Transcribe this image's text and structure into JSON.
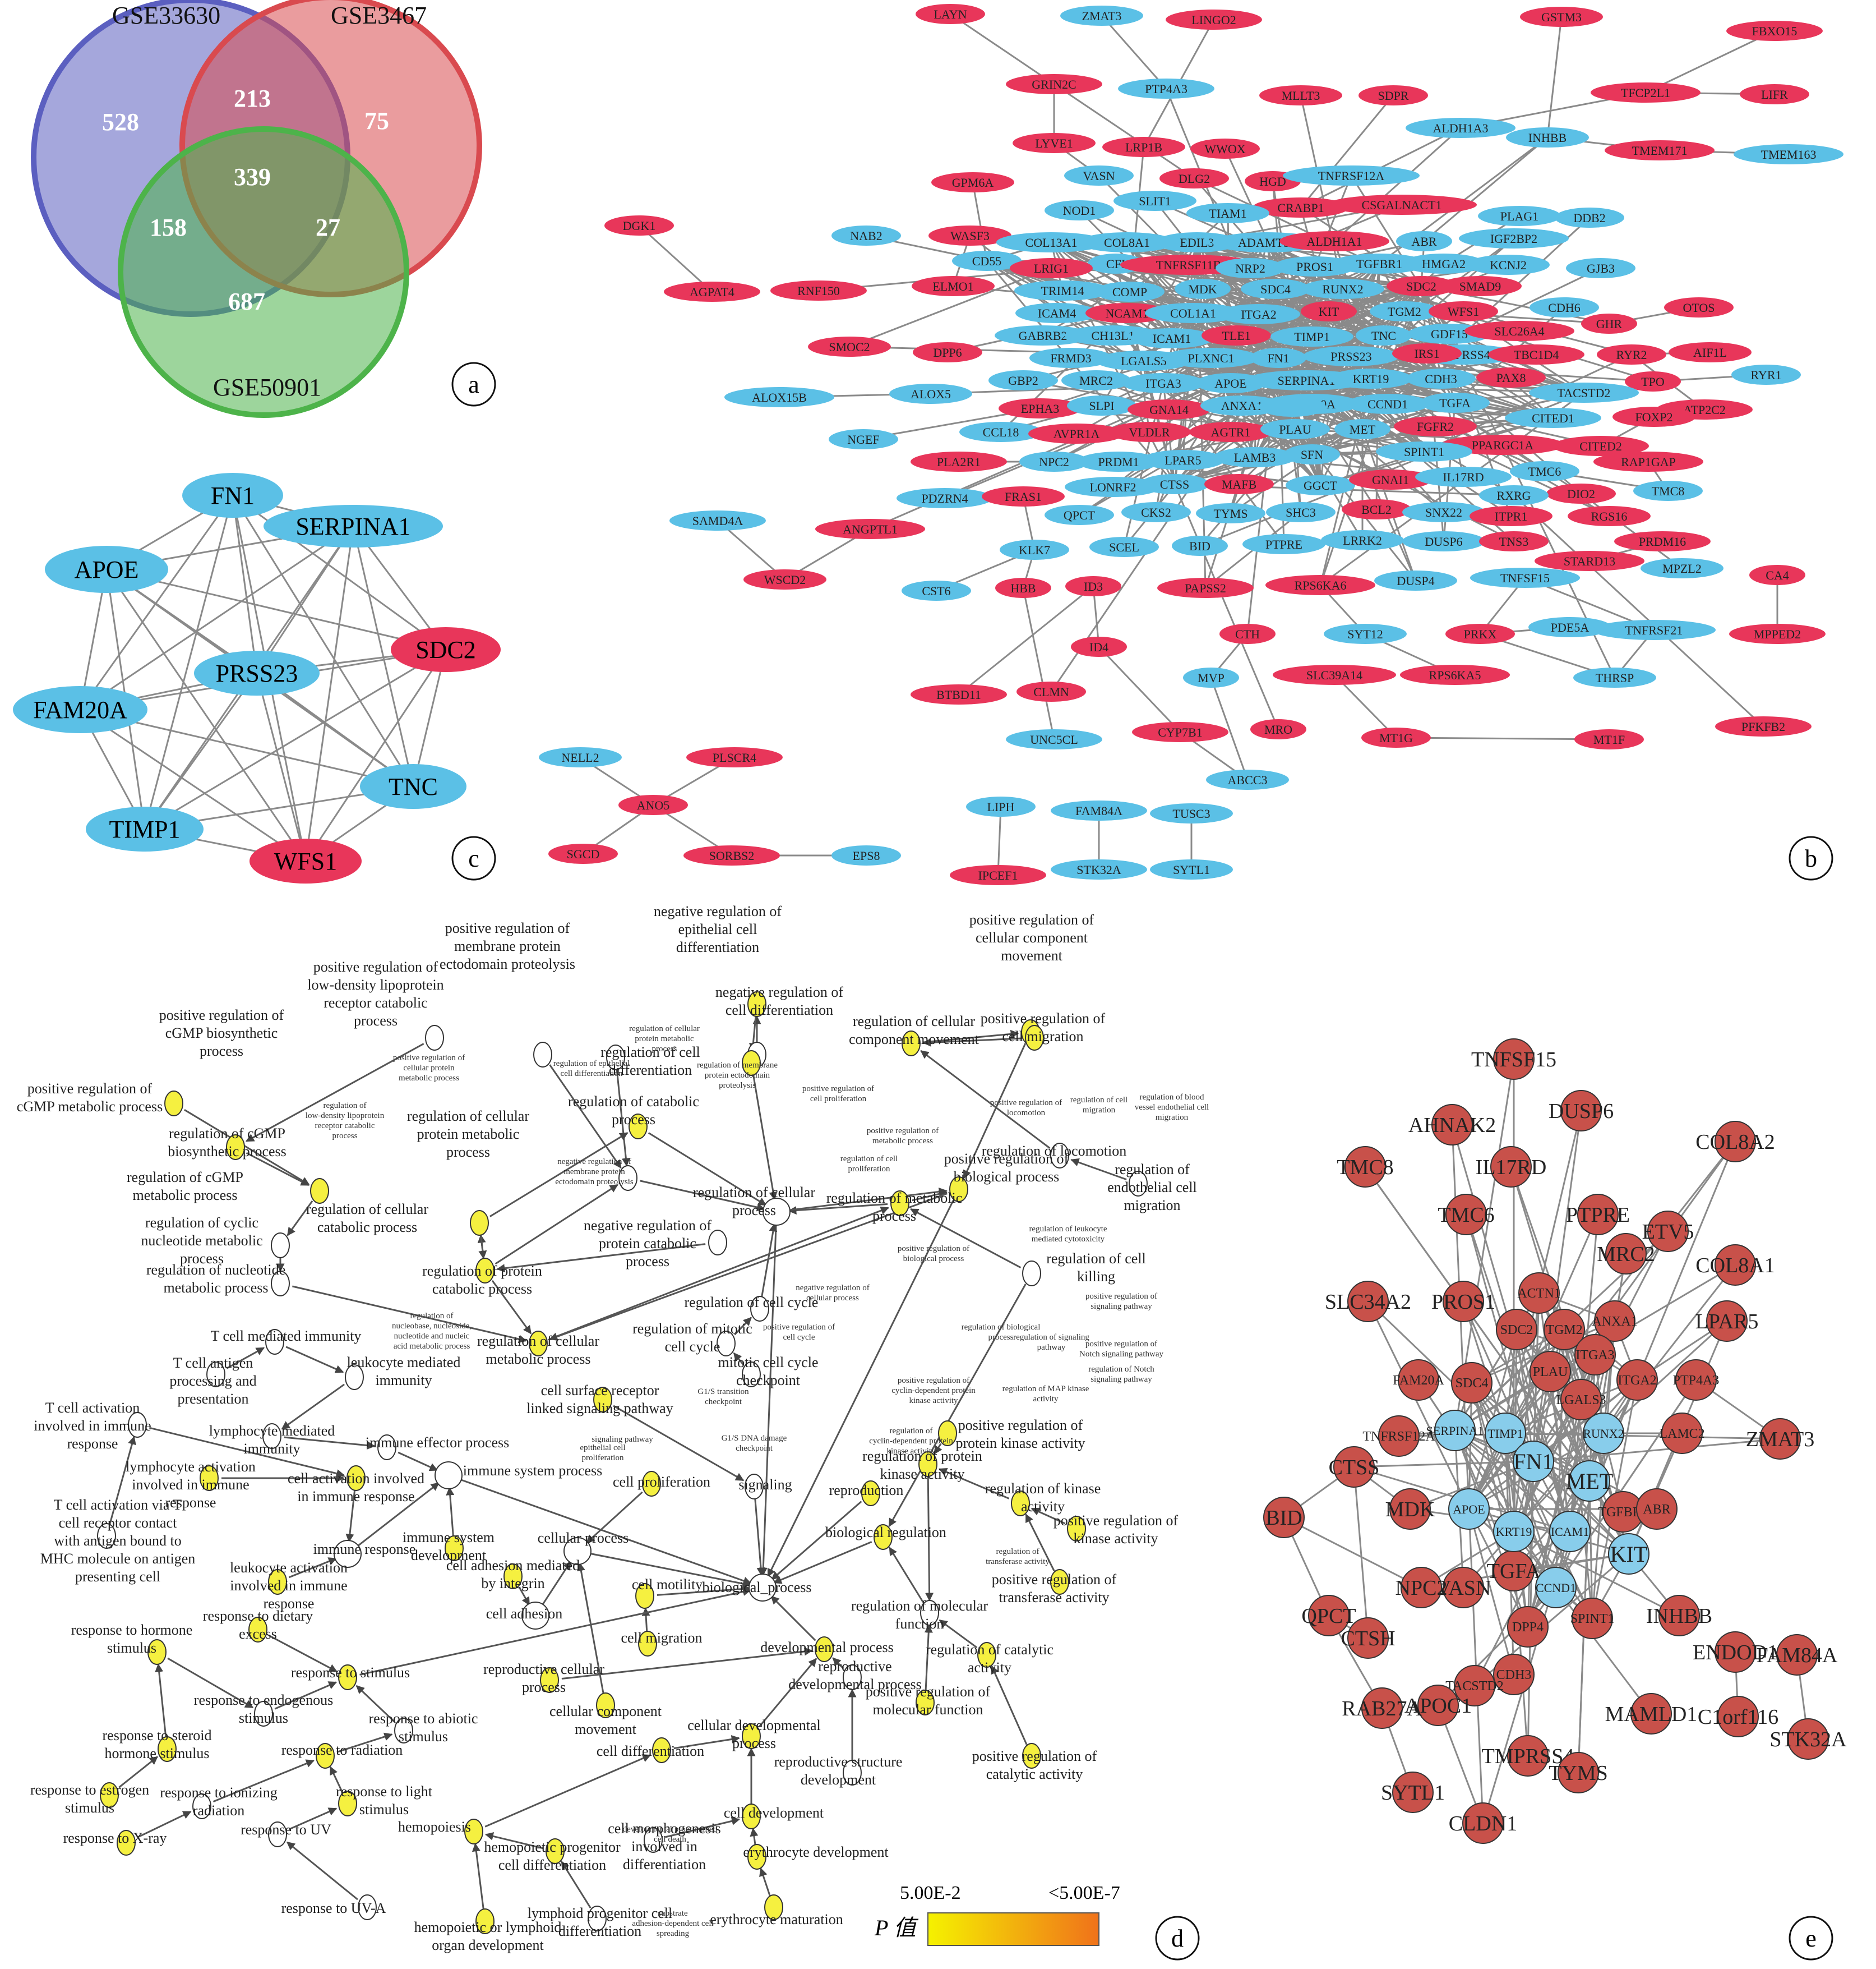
{
  "venn": {
    "circles": [
      {
        "name": "GSE33630",
        "fill": "#5b5fc0"
      },
      {
        "name": "GSE3467",
        "fill": "#d94a4f"
      },
      {
        "name": "GSE50901",
        "fill": "#4db34a"
      }
    ],
    "counts": {
      "only_a": "528",
      "only_b": "75",
      "only_c": "687",
      "ab": "213",
      "ac": "158",
      "bc": "27",
      "abc": "339"
    }
  },
  "panel_labels": {
    "a": "a",
    "b": "b",
    "c": "c",
    "d": "d",
    "e": "e"
  },
  "colors": {
    "up": "#e8365a",
    "down": "#5bc0e6",
    "edge": "#8a8a8a",
    "e_node": "#c8514a",
    "e_hub": "#88cdeb"
  },
  "hub_network": {
    "nodes": [
      {
        "label": "FN1",
        "group": "down"
      },
      {
        "label": "SERPINA1",
        "group": "down"
      },
      {
        "label": "APOE",
        "group": "down"
      },
      {
        "label": "SDC2",
        "group": "up"
      },
      {
        "label": "PRSS23",
        "group": "down"
      },
      {
        "label": "FAM20A",
        "group": "down"
      },
      {
        "label": "TNC",
        "group": "down"
      },
      {
        "label": "TIMP1",
        "group": "down"
      },
      {
        "label": "WFS1",
        "group": "up"
      }
    ]
  },
  "ppi_network": {
    "node_labels": [
      "LAYN",
      "ZMAT3",
      "LINGO2",
      "GSTM3",
      "FBXO15",
      "PTP4A3",
      "GRIN2C",
      "MLLT3",
      "SDPR",
      "TFCP2L1",
      "LIFR",
      "LYVE1",
      "LRP1B",
      "WWOX",
      "ALDH1A3",
      "INHBB",
      "TMEM171",
      "TMEM163",
      "GPM6A",
      "DLG2",
      "HGD",
      "TNFRSF12A",
      "VASN",
      "CRABP1",
      "CSGALNACT1",
      "SLIT1",
      "TIAM1",
      "NOD1",
      "DGK1",
      "NAB2",
      "WASF3",
      "COL13A1",
      "COL8A1",
      "EDIL3",
      "ADAMTS9",
      "ALDH1A1",
      "ABR",
      "IGF2BP2",
      "PLAG1",
      "DDB2",
      "CD55",
      "CFI",
      "TNFRSF11B",
      "NRP2",
      "PROS1",
      "TGFBR1",
      "HMGA2",
      "KCNJ2",
      "LRIG1",
      "GJB3",
      "AGPAT4",
      "RNF150",
      "ELMO1",
      "TRIM14",
      "COMP",
      "MDK",
      "SDC4",
      "RUNX2",
      "SDC2",
      "SMAD9",
      "ICAM4",
      "NCAM1",
      "COL1A1",
      "ITGA2",
      "KIT",
      "TGM2",
      "WFS1",
      "CDH6",
      "SMOC2",
      "GABRB2",
      "CH13L1",
      "ICAM1",
      "TLE1",
      "TIMP1",
      "TNC",
      "GDF15",
      "SLC26A4",
      "GHR",
      "OTOS",
      "DPP6",
      "FRMD3",
      "LGALS3",
      "PLXNC1",
      "FN1",
      "PRSS23",
      "TMPRSS4",
      "TBC1D4",
      "RYR2",
      "IRS1",
      "AIF1L",
      "GBP2",
      "MRC2",
      "ITGA3",
      "APOE",
      "SERPINA1",
      "KRT19",
      "CDH3",
      "PAX8",
      "TPO",
      "RYR1",
      "ALOX15B",
      "ALOX5",
      "EPHA3",
      "SLPI",
      "GNA14",
      "ANXA1",
      "FAM20A",
      "CCND1",
      "TGFA",
      "TACSTD2",
      "CITED1",
      "ATP2C2",
      "NGEF",
      "CCL18",
      "AVPR1A",
      "VLDLR",
      "AGTR1",
      "PLAU",
      "MET",
      "FGFR2",
      "PPARGC1A",
      "CITED2",
      "FOXP2",
      "PLA2R1",
      "NPC2",
      "PRDM1",
      "LPAR5",
      "LAMB3",
      "SFN",
      "SPINT1",
      "TMC6",
      "RAP1GAP",
      "PDZRN4",
      "LONRF2",
      "CTSS",
      "MAFB",
      "GGCT",
      "GNAI1",
      "IL17RD",
      "DIO2",
      "TMC8",
      "SAMD4A",
      "FRAS1",
      "QPCT",
      "CKS2",
      "TYMS",
      "SHC3",
      "BCL2",
      "SNX22",
      "RXRG",
      "RGS16",
      "ANGPTL1",
      "BID",
      "PTPRE",
      "LRRK2",
      "DUSP6",
      "ITPR1",
      "TNS3",
      "PRDM16",
      "KLK7",
      "SCEL",
      "STARD13",
      "MPZL2",
      "WSCD2",
      "CST6",
      "HBB",
      "ID3",
      "PAPSS2",
      "RPS6KA6",
      "DUSP4",
      "TNFSF15",
      "CA4",
      "CTH",
      "SYT12",
      "PRKX",
      "PDE5A",
      "TNFRSF21",
      "MPPED2",
      "ID4",
      "BTBD11",
      "CLMN",
      "MVP",
      "SLC39A14",
      "RPS6KA5",
      "THRSP",
      "PFKFB2",
      "CYP7B1",
      "MRO",
      "MT1G",
      "MT1F",
      "UNC5CL",
      "ABCC3",
      "NELL2",
      "PLSCR4",
      "ANO5",
      "SGCD",
      "SORBS2",
      "EPS8",
      "LIPH",
      "FAM84A",
      "TUSC3",
      "IPCEF1",
      "STK32A",
      "SYTL1"
    ]
  },
  "go_network": {
    "legend_title": "P 值",
    "legend_min": "5.00E-2",
    "legend_max": "<5.00E-7",
    "gradient_from": "#f5f200",
    "gradient_to": "#f0721a",
    "terms": [
      "positive regulation of membrane protein ectodomain proteolysis",
      "negative regulation of epithelial cell differentiation",
      "positive regulation of cellular component movement",
      "positive regulation of low-density lipoprotein receptor catabolic process",
      "negative regulation of cell differentiation",
      "positive regulation of cGMP biosynthetic process",
      "regulation of cellular component movement",
      "positive regulation of cell migration",
      "regulation of cell differentiation",
      "positive regulation of cGMP metabolic process",
      "regulation of cGMP biosynthetic process",
      "regulation of catabolic process",
      "regulation of cellular protein metabolic process",
      "positive regulation of biological process",
      "regulation of locomotion",
      "regulation of cGMP metabolic process",
      "regulation of cellular process",
      "regulation of metabolic process",
      "regulation of endothelial cell migration",
      "regulation of cellular catabolic process",
      "regulation of cyclic nucleotide metabolic process",
      "negative regulation of protein catabolic process",
      "regulation of protein catabolic process",
      "regulation of nucleotide metabolic process",
      "regulation of cell killing",
      "regulation of cell cycle",
      "regulation of cellular metabolic process",
      "T cell mediated immunity",
      "regulation of mitotic cell cycle",
      "leukocyte mediated immunity",
      "T cell antigen processing and presentation",
      "mitotic cell cycle checkpoint",
      "cell surface receptor linked signaling pathway",
      "T cell activation involved in immune response",
      "lymphocyte mediated immunity",
      "immune effector process",
      "positive regulation of protein kinase activity",
      "immune system process",
      "cell activation involved in immune response",
      "lymphocyte activation involved in immune response",
      "cell proliferation",
      "signaling",
      "regulation of protein kinase activity",
      "reproduction",
      "regulation of kinase activity",
      "T cell activation via T cell receptor contact with antigen bound to MHC molecule on antigen presenting cell",
      "immune response",
      "immune system development",
      "cellular process",
      "biological regulation",
      "positive regulation of kinase activity",
      "cell adhesion mediated by integrin",
      "leukocyte activation involved in immune response",
      "cell motility",
      "biological_process",
      "regulation of molecular function",
      "positive regulation of transferase activity",
      "cell adhesion",
      "response to hormone stimulus",
      "response to dietary excess",
      "cell migration",
      "response to stimulus",
      "developmental process",
      "regulation of catalytic activity",
      "reproductive cellular process",
      "response to endogenous stimulus",
      "cellular component movement",
      "positive regulation of molecular function",
      "response to abiotic stimulus",
      "cellular developmental process",
      "response to steroid hormone stimulus",
      "response to radiation",
      "reproductive structure development",
      "positive regulation of catalytic activity",
      "cell differentiation",
      "response to estrogen stimulus",
      "response to ionizing radiation",
      "response to light stimulus",
      "cell development",
      "response to UV",
      "hemopoiesis",
      "erythrocyte development",
      "response to X-ray",
      "hemopoietic progenitor cell differentiation",
      "cell morphogenesis involved in differentiation",
      "response to UV-A",
      "lymphoid progenitor cell differentiation",
      "erythrocyte maturation",
      "hemopoietic or lymphoid organ development",
      "reproductive developmental process"
    ],
    "small_terms": [
      "regulation of cellular protein metabolic process",
      "regulation of membrane protein ectodomain proteolysis",
      "regulation of epithelial cell differentiation",
      "positive regulation of cellular protein metabolic process",
      "positive regulation of cell proliferation",
      "regulation of cell proliferation",
      "positive regulation of locomotion",
      "regulation of cell migration",
      "regulation of blood vessel endothelial cell migration",
      "regulation of low-density lipoprotein receptor catabolic process",
      "positive regulation of metabolic process",
      "negative regulation of membrane protein ectodomain proteolysis",
      "regulation of leukocyte mediated cytotoxicity",
      "positive regulation of biological process",
      "negative regulation of cellular process",
      "regulation of nucleobase, nucleoside, nucleotide and nucleic acid metabolic process",
      "positive regulation of cell cycle",
      "regulation of biological process",
      "positive regulation of signaling pathway",
      "regulation of signaling pathway",
      "positive regulation of Notch signaling pathway",
      "regulation of Notch signaling pathway",
      "positive regulation of cyclin-dependent protein kinase activity",
      "regulation of MAP kinase activity",
      "G1/S transition checkpoint",
      "regulation of cyclin-dependent protein kinase activity",
      "G1/S DNA damage checkpoint",
      "signaling pathway",
      "epithelial cell proliferation",
      "regulation of transferase activity",
      "developmental programmed cell death",
      "substrate adhesion-dependent cell spreading"
    ]
  },
  "core_network": {
    "outer_nodes": [
      "TNFSF15",
      "AHNAK2",
      "DUSP6",
      "TMC8",
      "IL17RD",
      "COL8A2",
      "PTPRE",
      "TMC6",
      "ETV5",
      "MRC2",
      "COL8A1",
      "SLC34A2",
      "PROS1",
      "ACTN1",
      "LPAR5",
      "SDC2",
      "TGM2",
      "ANXA1",
      "ITGA3",
      "PLAU",
      "FAM20A",
      "SDC4",
      "ITGA2",
      "PTP4A3",
      "LGALS3",
      "TNFRSF12A",
      "LAMC2",
      "ZMAT3",
      "CTSS",
      "TGFBR1",
      "ABR",
      "BID",
      "MDK",
      "VASN",
      "TGFA",
      "INHBB",
      "NPC2",
      "ENDOD1",
      "FAM84A",
      "QPCT",
      "CTSH",
      "SPINT1",
      "DPP4",
      "CDH3",
      "TACSTD2",
      "APOC1",
      "C1orf116",
      "STK32A",
      "RAB27A",
      "MAMLD1",
      "TMPRSS4",
      "TYMS",
      "SYTL1",
      "CLDN1"
    ],
    "hub_nodes": [
      "SERPINA1",
      "TIMP1",
      "RUNX2",
      "FN1",
      "MET",
      "APOE",
      "KRT19",
      "ICAM1",
      "KIT",
      "CCND1"
    ]
  }
}
